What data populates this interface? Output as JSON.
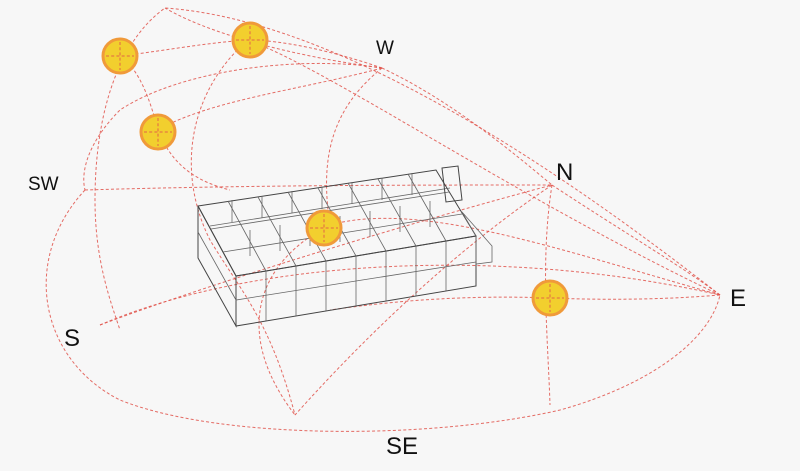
{
  "compass": {
    "w": "W",
    "sw": "SW",
    "s": "S",
    "se": "SE",
    "n": "N",
    "e": "E"
  },
  "colors": {
    "background": "#f7f7f7",
    "sun_fill": "#f2cf2e",
    "sun_stroke": "#f09a3a",
    "path": "#e0524a",
    "frame": "#444444"
  },
  "icons": {
    "sun": "sun-icon",
    "building": "building-frame-icon"
  }
}
